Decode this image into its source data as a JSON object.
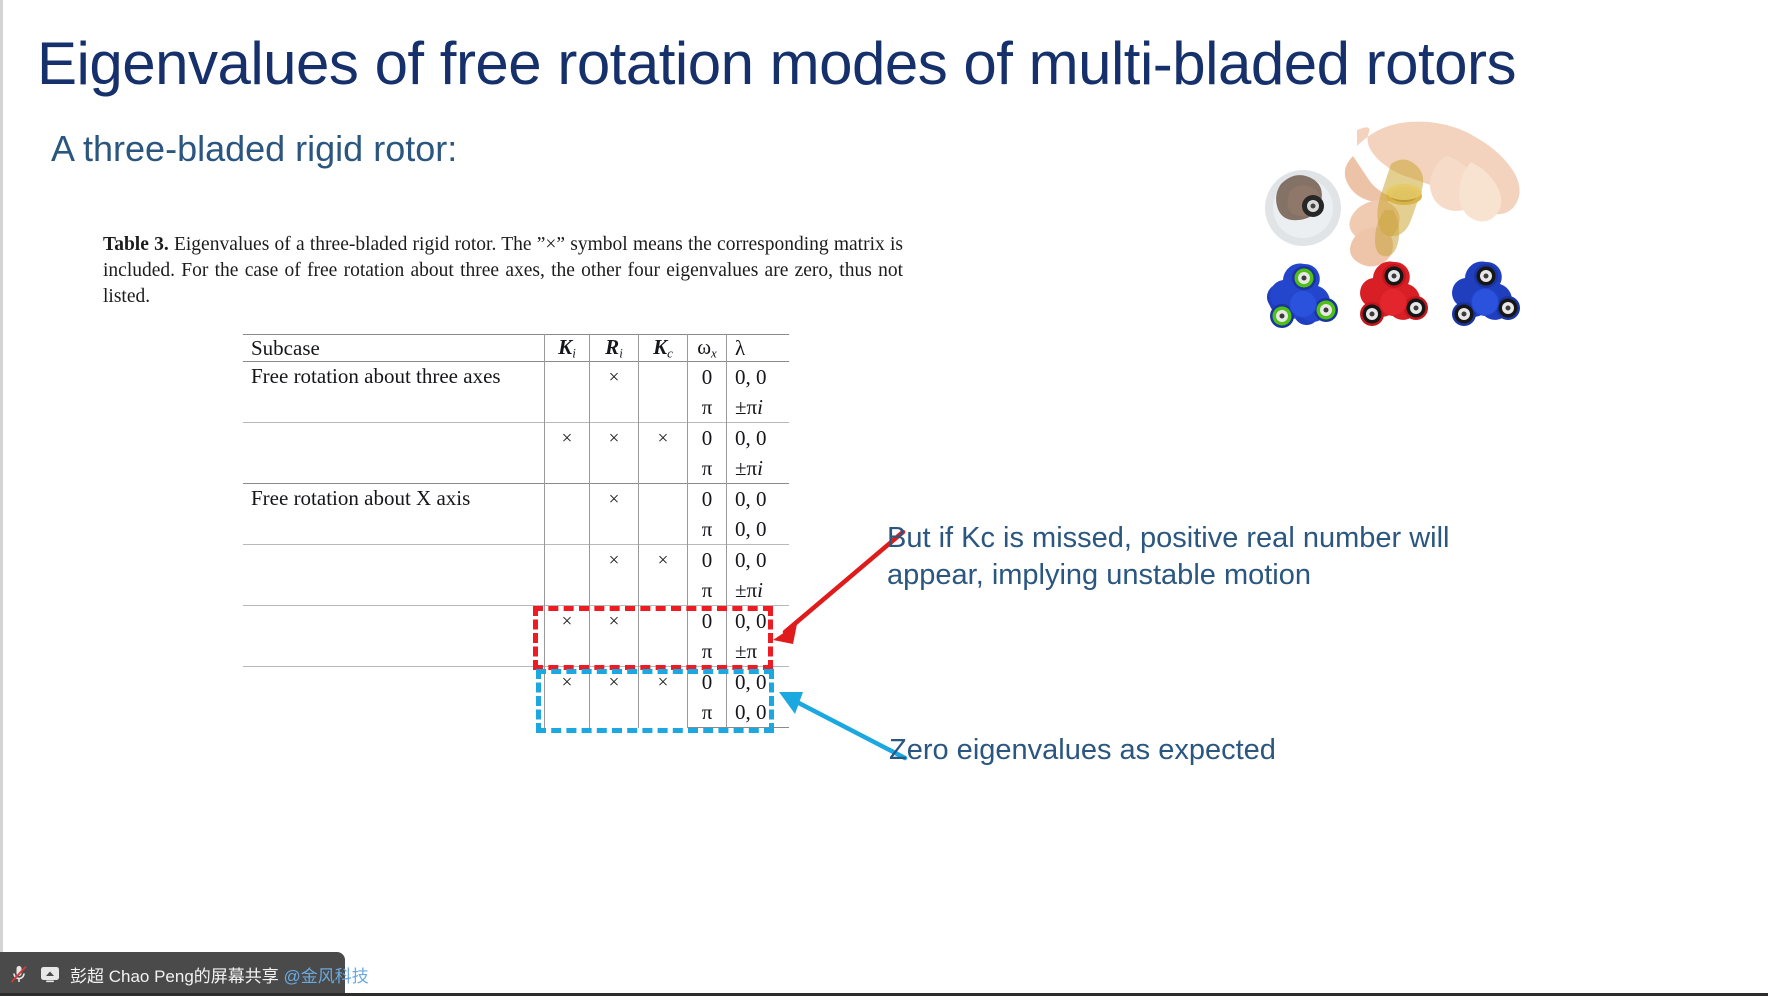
{
  "slide": {
    "title": "Eigenvalues of free rotation modes of multi-bladed rotors",
    "subtitle": "A three-bladed rigid rotor:",
    "title_color": "#16306b",
    "subtitle_color": "#2a5680"
  },
  "caption": {
    "label": "Table 3.",
    "text": " Eigenvalues of a three-bladed rigid rotor. The ”×” symbol means the corresponding matrix is included. For the case of free rotation about three axes, the other four eigenvalues are zero, thus not listed."
  },
  "table": {
    "headers": [
      "Subcase",
      "Kᵢ",
      "Rᵢ",
      "K𝑐",
      "ωₓ",
      "λ"
    ],
    "header_plain": {
      "subcase": "Subcase",
      "Ki": "K",
      "Ki_sub": "i",
      "Ri": "R",
      "Ri_sub": "i",
      "Kc": "K",
      "Kc_sub": "c",
      "omega": "ω",
      "omega_sub": "x",
      "lambda": "λ"
    },
    "mark": "×",
    "blocks": [
      {
        "subcase": "Free rotation about three axes",
        "Ki": "",
        "Ri": "×",
        "Kc": "",
        "rows": [
          {
            "omega": "0",
            "lambda": "0, 0"
          },
          {
            "omega": "π",
            "lambda": "±πi"
          }
        ],
        "highlight": "none"
      },
      {
        "subcase": "",
        "Ki": "×",
        "Ri": "×",
        "Kc": "×",
        "rows": [
          {
            "omega": "0",
            "lambda": "0, 0"
          },
          {
            "omega": "π",
            "lambda": "±πi"
          }
        ],
        "highlight": "none"
      },
      {
        "subcase": "Free rotation about X axis",
        "Ki": "",
        "Ri": "×",
        "Kc": "",
        "rows": [
          {
            "omega": "0",
            "lambda": "0, 0"
          },
          {
            "omega": "π",
            "lambda": "0, 0"
          }
        ],
        "highlight": "none"
      },
      {
        "subcase": "",
        "Ki": "",
        "Ri": "×",
        "Kc": "×",
        "rows": [
          {
            "omega": "0",
            "lambda": "0, 0"
          },
          {
            "omega": "π",
            "lambda": "±πi"
          }
        ],
        "highlight": "none"
      },
      {
        "subcase": "",
        "Ki": "×",
        "Ri": "×",
        "Kc": "",
        "rows": [
          {
            "omega": "0",
            "lambda": "0, 0"
          },
          {
            "omega": "π",
            "lambda": "±π"
          }
        ],
        "highlight": "red"
      },
      {
        "subcase": "",
        "Ki": "×",
        "Ri": "×",
        "Kc": "×",
        "rows": [
          {
            "omega": "0",
            "lambda": "0, 0"
          },
          {
            "omega": "π",
            "lambda": "0, 0"
          }
        ],
        "highlight": "blue"
      }
    ]
  },
  "annotations": {
    "red": {
      "line1": "But if Kc is missed, positive real number will",
      "line2": "appear, implying unstable motion",
      "color": "#2a5680",
      "arrow_color": "#e01b1b"
    },
    "blue": {
      "line1": "Zero eigenvalues as expected",
      "color": "#2a5680",
      "arrow_color": "#1ba8e0"
    }
  },
  "highlight_colors": {
    "red": "#ee1c22",
    "blue": "#1ba8e0"
  },
  "image": {
    "alt": "fidget-spinner-photo",
    "spinner_colors": [
      "#1f3fbf",
      "#d81f26",
      "#1f3fbf"
    ],
    "bearing_colors": [
      "#4fc014",
      "#1a1a1a",
      "#1a1a1a"
    ]
  },
  "taskbar": {
    "mic_icon": "mic-muted-icon",
    "share_icon": "screen-share-icon",
    "text": "彭超 Chao Peng的屏幕共享 ",
    "at_text": "@金风科技",
    "bg": "#4a4a4a"
  }
}
